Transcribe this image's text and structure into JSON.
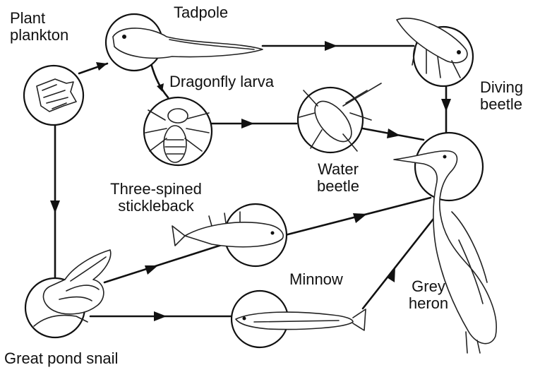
{
  "organisms": {
    "plant_plankton": "Plant\nplankton",
    "tadpole": "Tadpole",
    "dragonfly_larva": "Dragonfly larva",
    "diving_beetle": "Diving\nbeetle",
    "water_beetle": "Water\nbeetle",
    "stickleback": "Three-spined\nstickleback",
    "minnow": "Minnow",
    "grey_heron": "Grey\nheron",
    "great_pond_snail": "Great pond snail"
  },
  "feeding_links": [
    {
      "from": "Plant plankton",
      "to": "Tadpole"
    },
    {
      "from": "Plant plankton",
      "to": "Great pond snail"
    },
    {
      "from": "Tadpole",
      "to": "Dragonfly larva"
    },
    {
      "from": "Tadpole",
      "to": "Diving beetle"
    },
    {
      "from": "Dragonfly larva",
      "to": "Water beetle"
    },
    {
      "from": "Water beetle",
      "to": "Grey heron"
    },
    {
      "from": "Diving beetle",
      "to": "Grey heron"
    },
    {
      "from": "Great pond snail",
      "to": "Three-spined stickleback"
    },
    {
      "from": "Great pond snail",
      "to": "Minnow"
    },
    {
      "from": "Three-spined stickleback",
      "to": "Grey heron"
    },
    {
      "from": "Minnow",
      "to": "Grey heron"
    }
  ]
}
